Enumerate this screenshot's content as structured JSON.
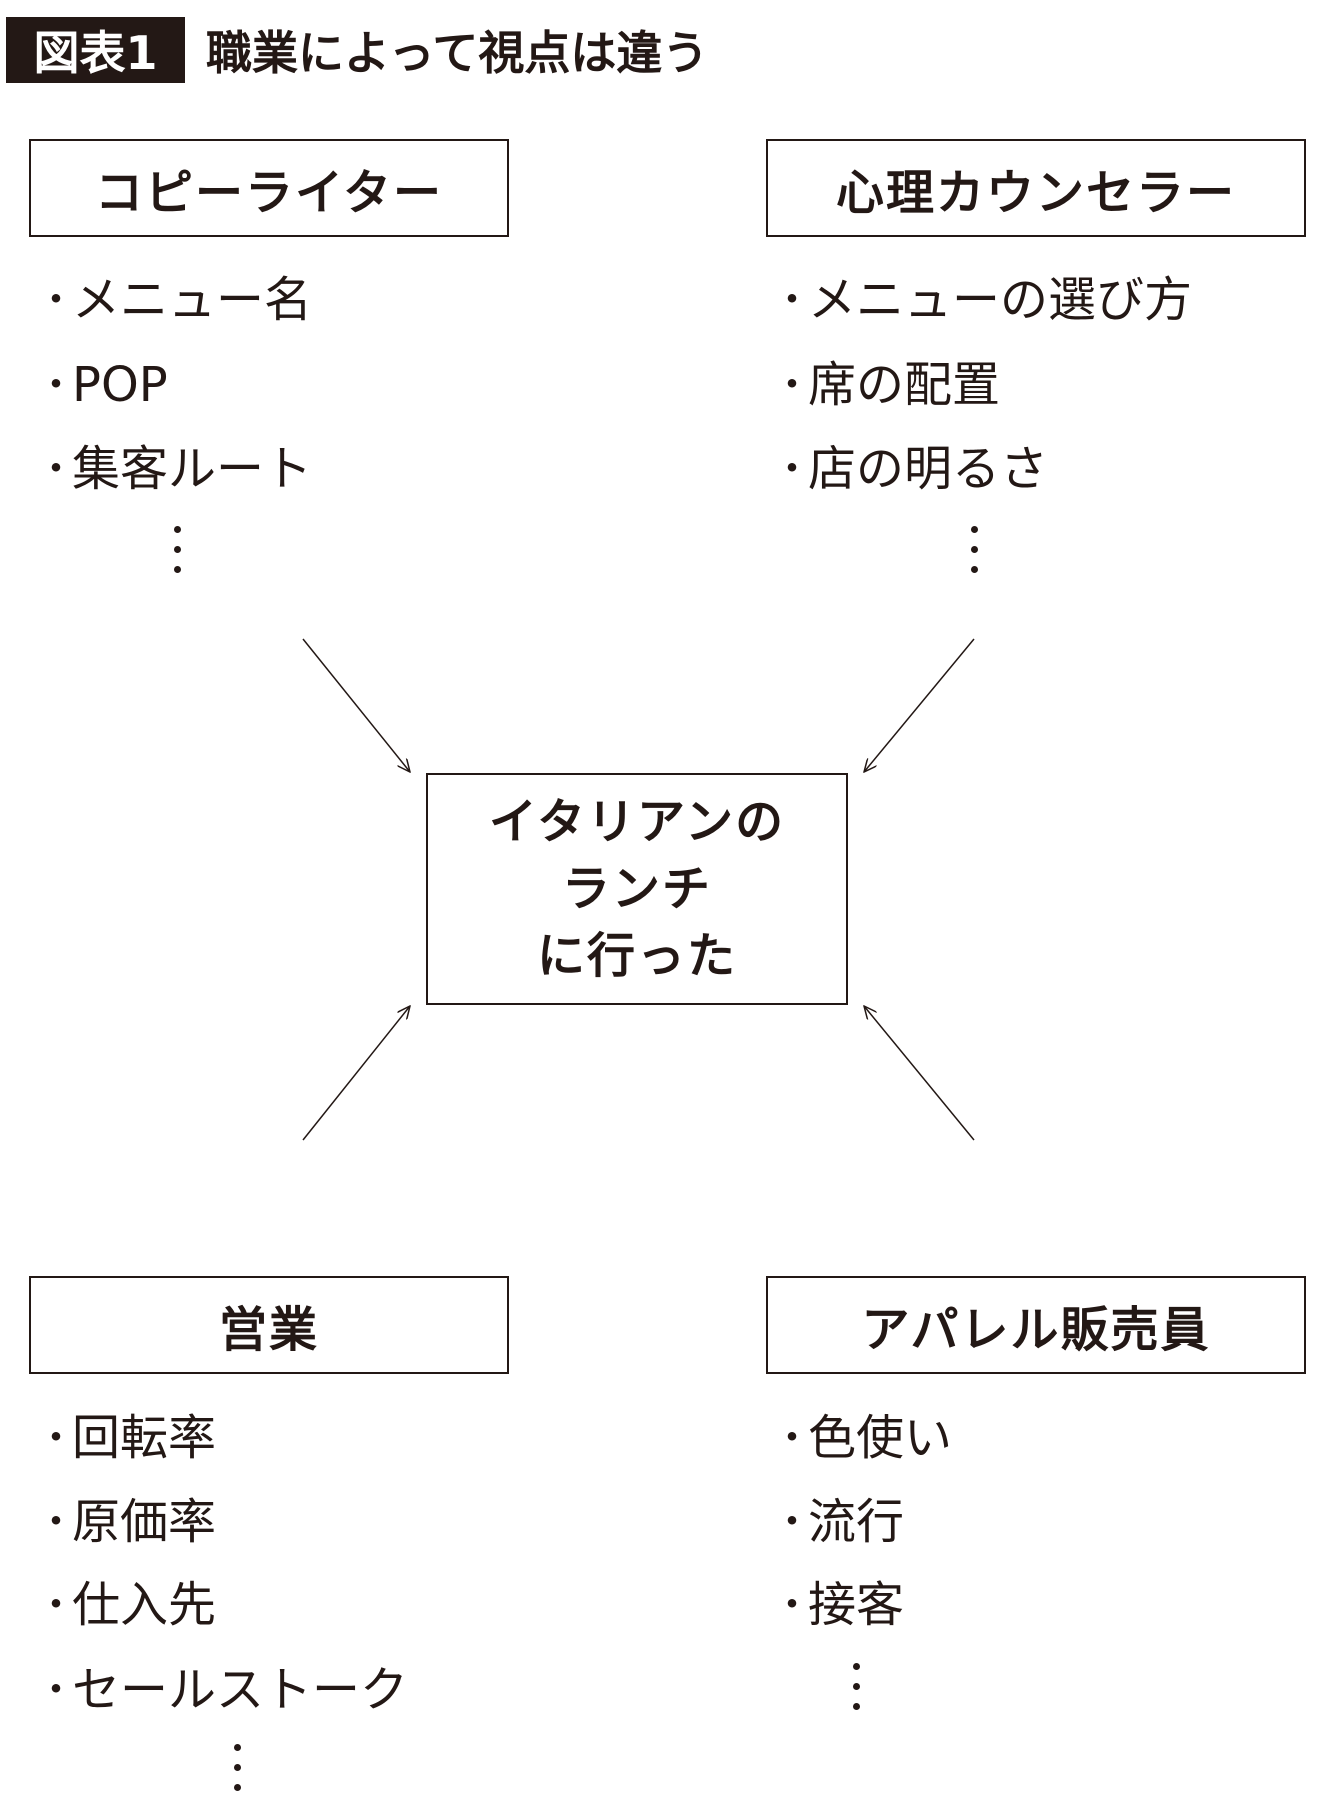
{
  "header": {
    "figure_label": "図表1",
    "title": "職業によって視点は違う"
  },
  "center": {
    "lines": [
      "イタリアンの",
      "ランチ",
      "に行った"
    ]
  },
  "groups": [
    {
      "title": "コピーライター",
      "items": [
        "メニュー名",
        "POP",
        "集客ルート"
      ]
    },
    {
      "title": "心理カウンセラー",
      "items": [
        "メニューの選び方",
        "席の配置",
        "店の明るさ"
      ]
    },
    {
      "title": "営業",
      "items": [
        "回転率",
        "原価率",
        "仕入先",
        "セールストーク"
      ]
    },
    {
      "title": "アパレル販売員",
      "items": [
        "色使い",
        "流行",
        "接客"
      ]
    }
  ],
  "bullet": "・",
  "colors": {
    "ink": "#231815",
    "background": "#ffffff"
  }
}
